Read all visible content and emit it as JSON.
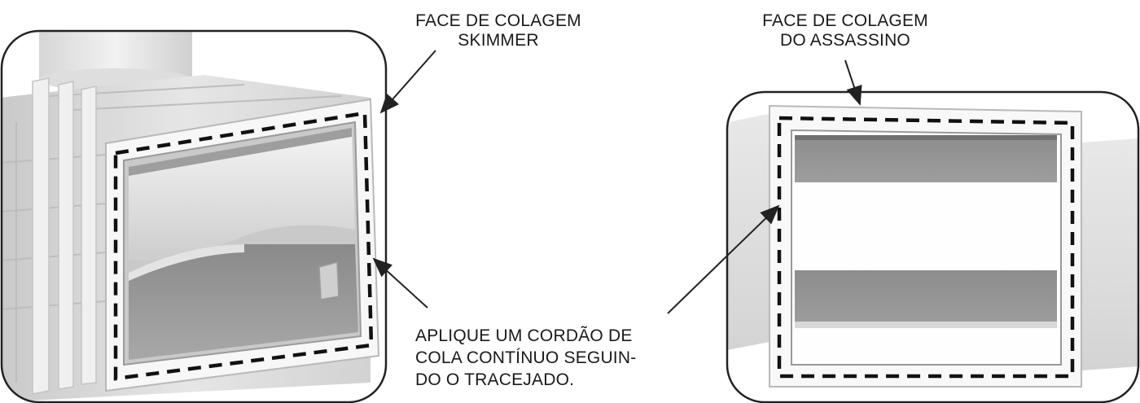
{
  "labels": {
    "skimmer_face": [
      "FACE DE COLAGEM",
      "SKIMMER"
    ],
    "assassino_face": [
      "FACE DE COLAGEM",
      "DO ASSASSINO"
    ],
    "instruction": [
      "APLIQUE UM CORDÃO DE",
      "COLA CONTÍNUO SEGUIN-",
      "DO O TRACEJADO."
    ]
  },
  "colors": {
    "outline": "#222222",
    "dashed_bead": "#111111",
    "part_light": "#eeeeee",
    "part_mid": "#cfcfcf",
    "part_dark": "#8f8f8f"
  }
}
